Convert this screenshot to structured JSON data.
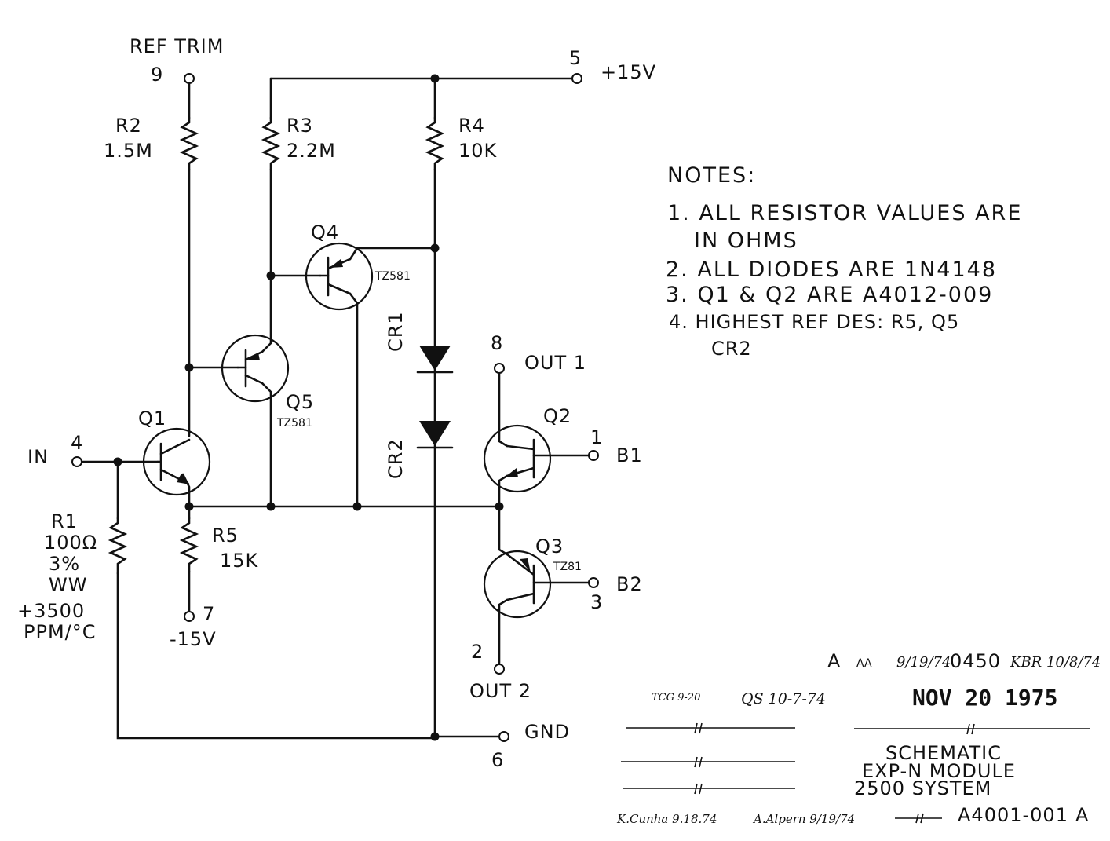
{
  "pins": {
    "ref_trim": {
      "num": "9",
      "label": "REF TRIM"
    },
    "v_pos": {
      "num": "5",
      "label": "+15V"
    },
    "in": {
      "num": "4",
      "label": "IN"
    },
    "v_neg": {
      "num": "7",
      "label": "-15V"
    },
    "out1": {
      "num": "8",
      "label": "OUT 1"
    },
    "b1": {
      "num": "1",
      "label": "B1"
    },
    "b2": {
      "num": "3",
      "label": "B2"
    },
    "out2": {
      "num": "2",
      "label": "OUT 2"
    },
    "gnd": {
      "num": "6",
      "label": "GND"
    }
  },
  "resistors": {
    "r1": {
      "ref": "R1",
      "value": "100Ω",
      "tol": "3%",
      "type": "WW",
      "tc": "+3500",
      "tc_unit": "PPM/°C"
    },
    "r2": {
      "ref": "R2",
      "value": "1.5M"
    },
    "r3": {
      "ref": "R3",
      "value": "2.2M"
    },
    "r4": {
      "ref": "R4",
      "value": "10K"
    },
    "r5": {
      "ref": "R5",
      "value": "15K"
    }
  },
  "transistors": {
    "q1": {
      "ref": "Q1",
      "part": ""
    },
    "q2": {
      "ref": "Q2",
      "part": ""
    },
    "q3": {
      "ref": "Q3",
      "part": "TZ81"
    },
    "q4": {
      "ref": "Q4",
      "part": "TZ581"
    },
    "q5": {
      "ref": "Q5",
      "part": "TZ581"
    }
  },
  "diodes": {
    "cr1": {
      "ref": "CR1"
    },
    "cr2": {
      "ref": "CR2"
    }
  },
  "notes": {
    "title": "NOTES:",
    "n1a": "1. ALL RESISTOR VALUES ARE",
    "n1b": "IN OHMS",
    "n2": "2. ALL DIODES ARE 1N4148",
    "n3": "3. Q1 & Q2 ARE A4012-009",
    "n4a": "4. HIGHEST REF DES: R5, Q5",
    "n4b": "CR2"
  },
  "title_block": {
    "rev_letter": "A",
    "rev_code": "AA",
    "rev_date": "9/19/74",
    "rev_num": "0450",
    "rev_init": "KBR 10/8/74",
    "check_1": "TCG 9-20",
    "check_2": "QS 10-7-74",
    "stamp_date": "NOV 20 1975",
    "title_1": "SCHEMATIC",
    "title_2": "EXP-N MODULE",
    "title_3": "2500 SYSTEM",
    "drawn_by": "K.Cunha 9.18.74",
    "approved_by": "A.Alpern 9/19/74",
    "dwg_no": "A4001-001",
    "dwg_rev": "A"
  }
}
